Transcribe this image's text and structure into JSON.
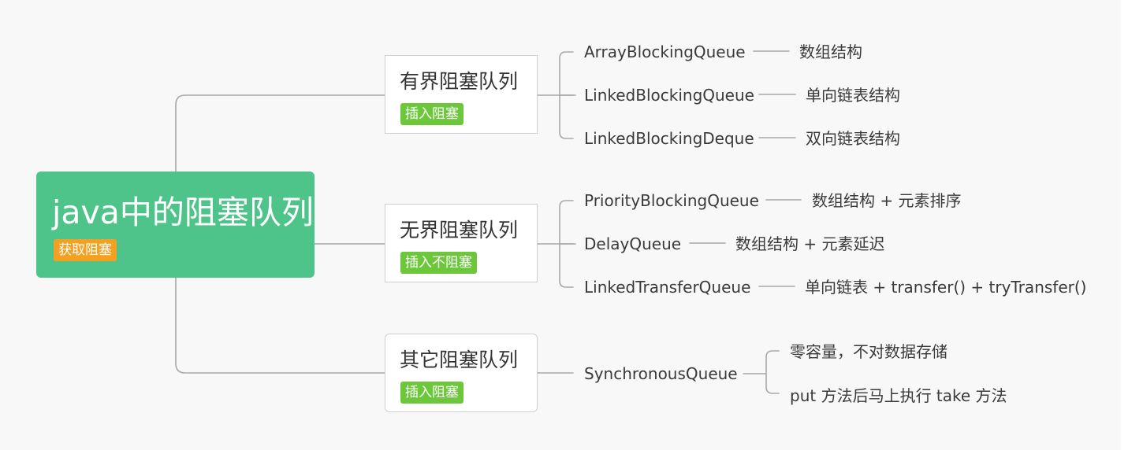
{
  "root": {
    "title": "java中的阻塞队列",
    "tag": "获取阻塞"
  },
  "branches": [
    {
      "title": "有界阻塞队列",
      "tag": "插入阻塞",
      "items": [
        {
          "name": "ArrayBlockingQueue",
          "desc": "数组结构"
        },
        {
          "name": "LinkedBlockingQueue",
          "desc": "单向链表结构"
        },
        {
          "name": "LinkedBlockingDeque",
          "desc": "双向链表结构"
        }
      ]
    },
    {
      "title": "无界阻塞队列",
      "tag": "插入不阻塞",
      "items": [
        {
          "name": "PriorityBlockingQueue",
          "desc": "数组结构 + 元素排序"
        },
        {
          "name": "DelayQueue",
          "desc": "数组结构 + 元素延迟"
        },
        {
          "name": "LinkedTransferQueue",
          "desc": "单向链表 + transfer() + tryTransfer()"
        }
      ]
    },
    {
      "title": "其它阻塞队列",
      "tag": "插入阻塞",
      "items": [
        {
          "name": "SynchronousQueue",
          "notes": [
            "零容量，不对数据存储",
            "put 方法后马上执行 take 方法"
          ]
        }
      ]
    }
  ],
  "colors": {
    "root_fill": "#4fc48a",
    "root_tag": "#f4a021",
    "branch_tag": "#6cc83a",
    "connector": "#a8a8a8",
    "background": "#f8f8f8"
  }
}
